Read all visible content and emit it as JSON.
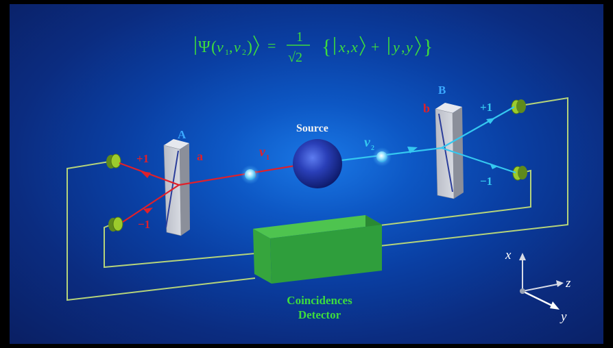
{
  "equation": {
    "psi": "Ψ",
    "nu": "ν",
    "sub1": "1",
    "sub2": "2",
    "comma": ",",
    "equals": "=",
    "frac_num": "1",
    "frac_den": "√2",
    "x": "x",
    "y": "y",
    "plus": "+"
  },
  "source": {
    "label": "Source"
  },
  "analyzer_a": {
    "label": "A",
    "port": "a",
    "plus": "+1",
    "minus": "−1"
  },
  "analyzer_b": {
    "label": "B",
    "port": "b",
    "plus": "+1",
    "minus": "−1"
  },
  "photon_1": {
    "symbol": "ν",
    "subscript": "1"
  },
  "photon_2": {
    "symbol": "ν",
    "subscript": "2"
  },
  "detector": {
    "line1": "Coincidences",
    "line2": "Detector"
  },
  "axes": {
    "x": "x",
    "y": "y",
    "z": "z"
  },
  "colors": {
    "equation": "#3ddc3d",
    "path_a": "#e0202a",
    "path_b": "#35c8f0",
    "label_a": "#3aa8ff",
    "wire": "#b6d47a",
    "detector": "#2f9e3c"
  }
}
